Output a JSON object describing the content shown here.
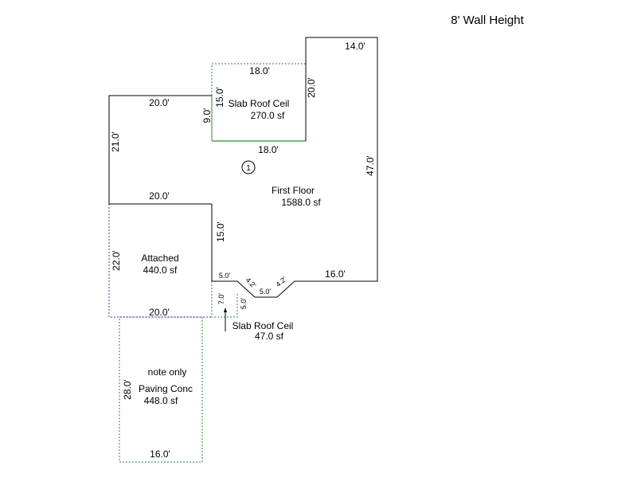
{
  "wall_height": "8' Wall Height",
  "areas": {
    "first_floor": {
      "name": "First Floor",
      "area": "1588.0 sf"
    },
    "slab_top": {
      "name": "Slab Roof Ceil",
      "area": "270.0 sf"
    },
    "attached": {
      "name": "Attached",
      "area": "440.0 sf"
    },
    "slab_bottom": {
      "name": "Slab Roof Ceil",
      "area": "47.0 sf"
    },
    "paving": {
      "note": "note only",
      "name": "Paving Conc",
      "area": "448.0 sf"
    }
  },
  "floor_marker": "1",
  "dims": {
    "d14_top": "14.0'",
    "d18_top": "18.0'",
    "d20_vert_right": "20.0'",
    "d15_vert_slab": "15.0'",
    "d9_vert": "9.0'",
    "d20_upper_left": "20.0'",
    "d21_vert": "21.0'",
    "d18_bottom_slab": "18.0'",
    "d47_vert": "47.0'",
    "d20_mid": "20.0'",
    "d15_vert_mid": "15.0'",
    "d22_vert": "22.0'",
    "d20_attached_bottom": "20.0'",
    "d5_left": "5.0'",
    "d4_2_a": "4.2'",
    "d5_mid": "5.0'",
    "d4_2_b": "4.2'",
    "d16_right": "16.0'",
    "d7_vert": "7.0'",
    "d5_vert": "5.0'",
    "d28_vert": "28.0'",
    "d16_bottom": "16.0'"
  },
  "colors": {
    "wall": "#000000",
    "slab": "#2e8b2e",
    "attached": "#3a3aa8"
  }
}
